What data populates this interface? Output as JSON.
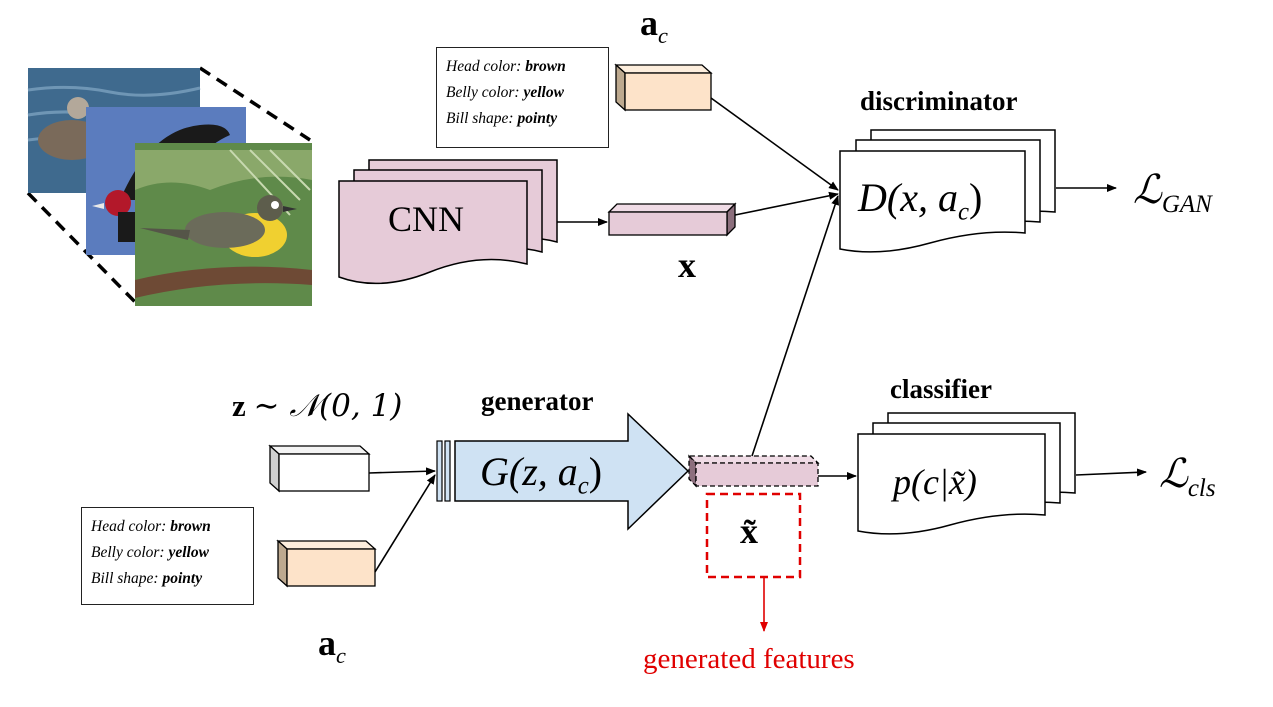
{
  "attributes_top": {
    "rows": [
      {
        "key": "Head color: ",
        "value": "brown"
      },
      {
        "key": "Belly color: ",
        "value": "yellow"
      },
      {
        "key": "Bill shape: ",
        "value": "pointy"
      }
    ]
  },
  "attributes_bottom": {
    "rows": [
      {
        "key": "Head color: ",
        "value": "brown"
      },
      {
        "key": "Belly color: ",
        "value": "yellow"
      },
      {
        "key": "Bill shape: ",
        "value": "pointy"
      }
    ]
  },
  "labels": {
    "cnn": "CNN",
    "discriminator": "discriminator",
    "generator": "generator",
    "classifier": "classifier",
    "generated_features": "generated features"
  },
  "math": {
    "a_bold": "a",
    "a_sub": "c",
    "x_bold": "x",
    "x_tilde": "x̃",
    "z_prior_z": "z",
    "z_prior_rest": "∼ 𝒩(0, 1)",
    "disc_func": "D(x, a",
    "gen_func": "G(z, a",
    "cls_func": "p(c|x̃)",
    "loss_L": "ℒ",
    "loss_gan_sub": "GAN",
    "loss_cls_sub": "cls"
  },
  "colors": {
    "feature_pink": "#e6cbd8",
    "attribute_peach": "#fde3c9",
    "generator_blue": "#cfe2f3",
    "highlight_red": "#e00000"
  }
}
